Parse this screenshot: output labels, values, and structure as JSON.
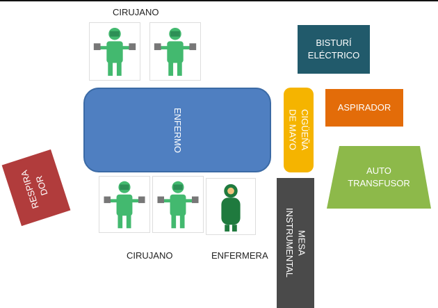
{
  "labels": {
    "top_surgeon": "CIRUJANO",
    "bottom_surgeon": "CIRUJANO",
    "nurse": "ENFERMERA"
  },
  "boxes": {
    "patient": "ENFERMO",
    "electric_scalpel": "BISTURÍ\nELÉCTRICO",
    "mayo": "CIGÜEÑA\nDE MAYO",
    "aspirator": "ASPIRADOR",
    "autotransfusor": "AUTO\nTRANSFUSOR",
    "respirator": "RESPIRA\nDOR",
    "instrument_table": "MESA\nINSTRUMENTAL"
  },
  "colors": {
    "patient": "#4f7fc1",
    "electric_scalpel": "#215a6b",
    "mayo": "#f5b400",
    "aspirator": "#e36c09",
    "autotransfusor": "#8db94a",
    "respirator": "#b13c3c",
    "instrument_table": "#4a4a4a"
  },
  "icons": {
    "surgeon": "surgeon-icon",
    "nurse": "nurse-icon"
  }
}
